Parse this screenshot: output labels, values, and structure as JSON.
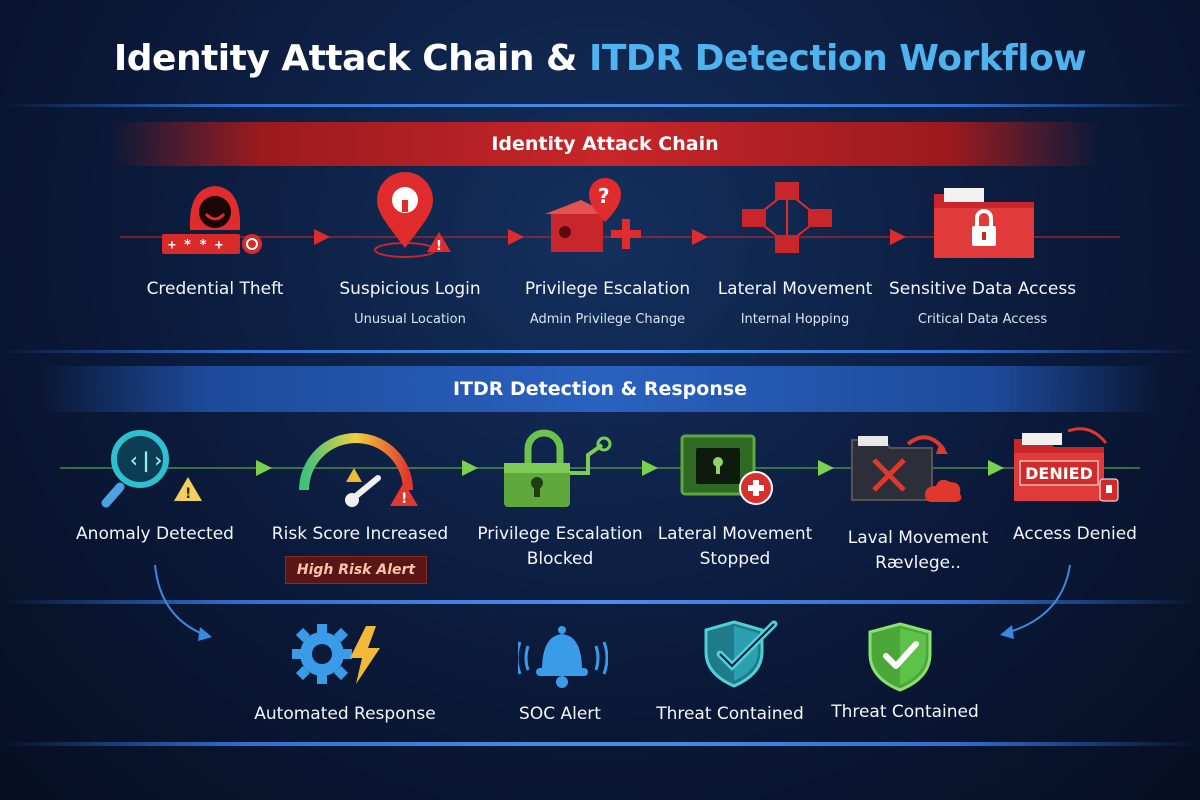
{
  "header": {
    "title_part1": "Identity Attack Chain & ",
    "title_part2": "ITDR Detection Workflow"
  },
  "colors": {
    "accent_blue": "#4fb3ef",
    "attack_red": "#c8262a",
    "detect_green": "#6cc24a"
  },
  "attack_chain": {
    "banner": "Identity Attack Chain",
    "steps": [
      {
        "label": "Credential Theft",
        "sub": "",
        "icon": "hacker-icon"
      },
      {
        "label": "Suspicious Login",
        "sub": "Unusual Location",
        "icon": "location-pin-icon"
      },
      {
        "label": "Privilege Escalation",
        "sub": "Admin Privilege Change",
        "icon": "privilege-box-icon"
      },
      {
        "label": "Lateral Movement",
        "sub": "Internal Hopping",
        "icon": "network-icon"
      },
      {
        "label": "Sensitive Data Access",
        "sub": "Critical Data Access",
        "icon": "locked-folder-icon"
      }
    ]
  },
  "detection": {
    "banner": "ITDR Detection & Response",
    "steps": [
      {
        "label": "Anomaly Detected",
        "icon": "magnifier-icon"
      },
      {
        "label": "Risk Score Increased",
        "badge": "High Risk Alert",
        "icon": "gauge-icon"
      },
      {
        "label1": "Privilege Escalation",
        "label2": "Blocked",
        "icon": "padlock-icon"
      },
      {
        "label1": "Lateral Movement",
        "label2": "Stopped",
        "icon": "locked-device-icon"
      },
      {
        "label1": "Laval Movement",
        "label2": "Rævlege..",
        "icon": "denied-folder-icon"
      },
      {
        "label": "Access Denied",
        "stamp": "DENIED",
        "icon": "denied-stamp-icon"
      }
    ]
  },
  "response": {
    "items": [
      {
        "label": "Automated Response",
        "icon": "gear-bolt-icon"
      },
      {
        "label": "SOC Alert",
        "icon": "bell-icon"
      },
      {
        "label": "Threat Contained",
        "icon": "shield-check-icon"
      },
      {
        "label": "Threat Contained",
        "icon": "green-shield-icon"
      }
    ]
  }
}
